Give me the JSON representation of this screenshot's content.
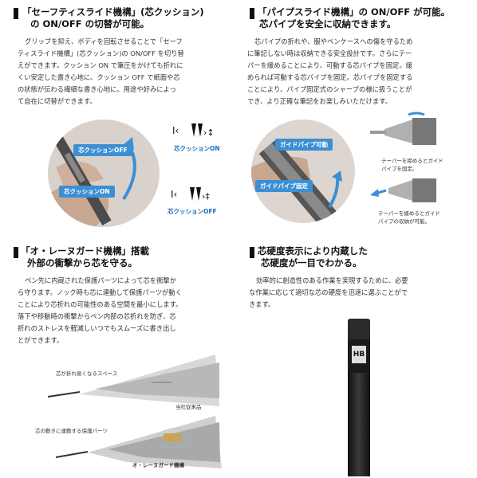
{
  "section1": {
    "heading": [
      "「セーフティスライド機構」(芯クッション)",
      "の ON/OFF の切替が可能。"
    ],
    "body": [
      "グリップを抑え、ボディを回転させることで「セーフ",
      "ティスライド機構」(芯クッション)の ON/OFF を切り替",
      "えができます。クッション ON で筆圧をかけても折れに",
      "くい安定した書き心地に、クッション OFF で紙面や芯",
      "の状態が伝わる繊細な書き心地に。用途や好みによっ",
      "て自在に切替ができます。"
    ],
    "labels": {
      "off": "芯クッションOFF",
      "on": "芯クッションON",
      "icon_on": "芯クッションON",
      "icon_off": "芯クッションOFF"
    }
  },
  "section2": {
    "heading": [
      "「パイプスライド機構」の ON/OFF が可能。",
      "芯パイプを安全に収納できます。"
    ],
    "body": [
      "芯パイプの折れや、服やペンケースへの傷を守るため",
      "に筆記しない時は収納できる安全設計です。さらにテー",
      "パーを緩めることにより、可動する芯パイプを固定。緩",
      "められば可動する芯パイプを固定。芯パイプを固定する",
      "ことにより、パイプ固定式のシャープの様に扱うことが",
      "でき、より正確な筆記をお楽しみいただけます。"
    ],
    "labels": {
      "movable": "ガイドパイプ可動",
      "fixed": "ガイドパイプ固定",
      "caption1": [
        "テーパーを締めるとガイド",
        "パイプを固定。"
      ],
      "caption2": [
        "テーパーを緩めるとガイド",
        "パイプの収納が可能。"
      ]
    }
  },
  "section3": {
    "heading": [
      "「オ・レーヌガード機構」搭載",
      "外部の衝撃から芯を守る。"
    ],
    "body": [
      "ペン先に内蔵された保護パーツによって芯を衝撃か",
      "ら守ります。ノック時も芯に連動して保護パーツが動く",
      "ことにより芯折れの可能性のある空間を最小にします。",
      "落下や移動時の衝撃からペン内部の芯折れを防ぎ、芯",
      "折れのストレスを軽減しいつでもスムーズに書き出し",
      "とができます。"
    ],
    "labels": {
      "space": "芯が折れ易くなるスペース",
      "conventional": "当社従来品",
      "protect": "芯の動きに連動する保護パーツ",
      "guard": "オ・レーヌガード機構"
    }
  },
  "section4": {
    "heading": [
      "芯硬度表示により内蔵した",
      "芯硬度が一目でわかる。"
    ],
    "body": [
      "効率的に創造性のある作業を実現するために、必要",
      "な作業に応じて適切な芯の硬度を迅速に選ぶことがで",
      "きます。"
    ],
    "hardness": "HB"
  }
}
